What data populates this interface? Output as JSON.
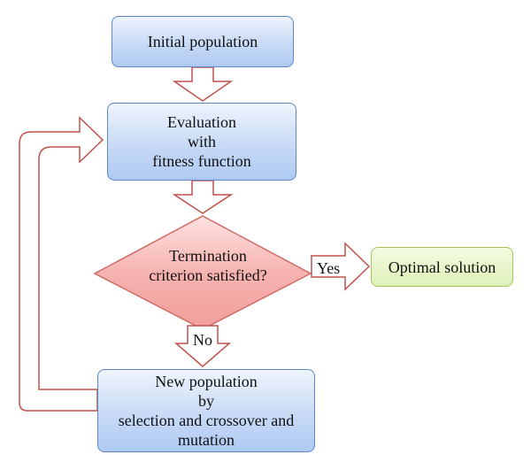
{
  "diagram": {
    "nodes": {
      "initial_population": "Initial population",
      "evaluation": [
        "Evaluation",
        "with",
        "fitness function"
      ],
      "termination": [
        "Termination",
        "criterion satisfied?"
      ],
      "optimal_solution": "Optimal solution",
      "new_population": [
        "New population",
        "by",
        "selection and crossover and",
        "mutation"
      ]
    },
    "edge_labels": {
      "yes": "Yes",
      "no": "No"
    },
    "colors": {
      "arrow_stroke": "#c0504d",
      "process_box": "#c8daf6",
      "process_border": "#5f87c6",
      "decision_fill": "#f4a6a3",
      "decision_border": "#d06a66",
      "terminal_fill": "#def0b6",
      "terminal_border": "#a6c45a"
    }
  }
}
